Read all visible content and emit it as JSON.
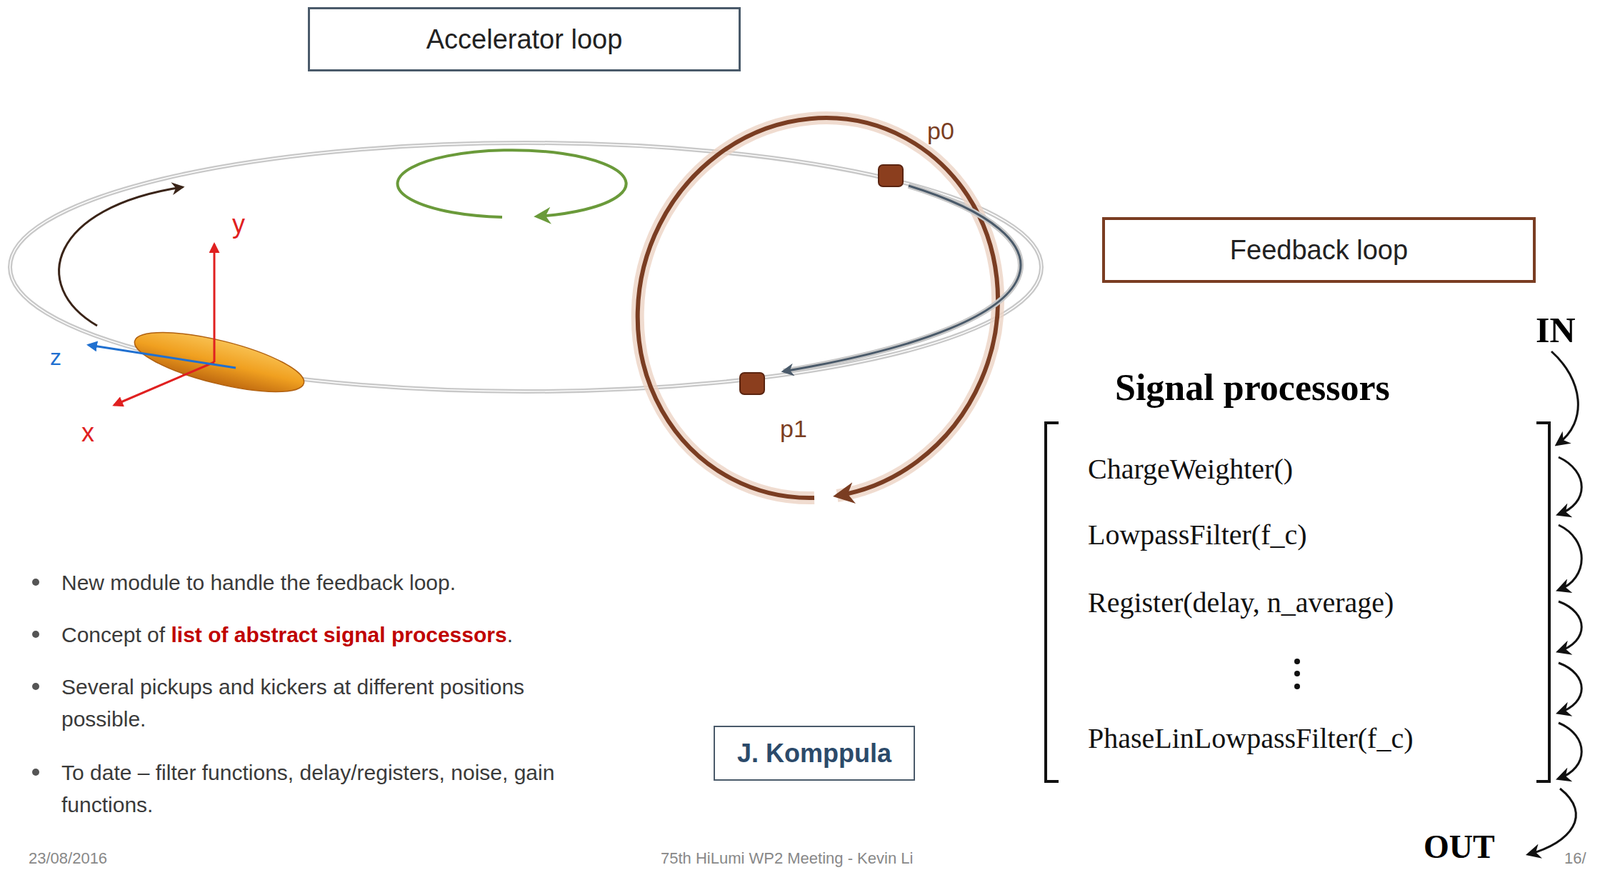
{
  "diagram": {
    "nodes": [
      {
        "text": [
          "Accelerator loop"
        ]
      },
      {
        "text": [
          "Feedback loop"
        ]
      },
      {
        "text": [
          "J. Komppula"
        ]
      }
    ],
    "labels": [
      "p0",
      "p1",
      "y",
      "z",
      "x",
      "New module to handle the feedback loop.",
      "Concept of",
      "list of abstract signal processors",
      ".",
      "Several pickups and kickers at different positions possible.",
      "To date – filter functions, delay/registers, noise, gain functions.",
      "IN",
      "Signal processors",
      "ChargeWeighter()",
      "LowpassFilter(f_c)",
      "Register(delay, n_average)",
      "PhaseLinLowpassFilter(f_c)",
      "OUT",
      "23/08/2016",
      "75th HiLumi WP2 Meeting - Kevin Li",
      "16/"
    ]
  }
}
